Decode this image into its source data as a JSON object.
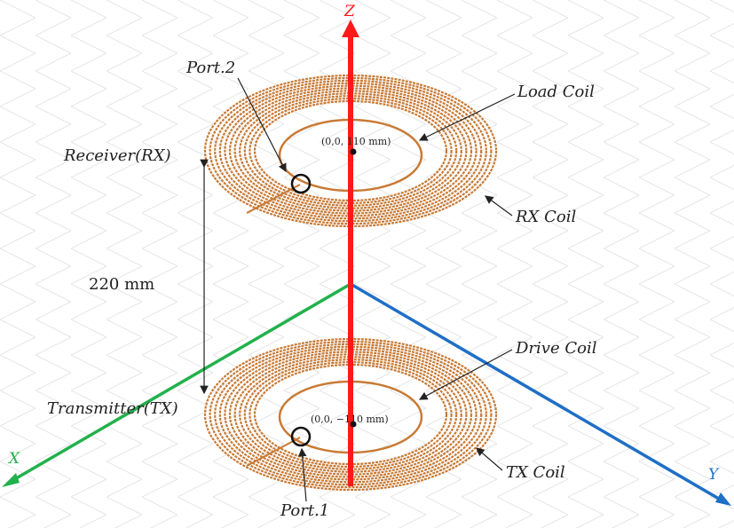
{
  "axes": {
    "z_label": "Z",
    "x_label": "X",
    "y_label": "Y",
    "z_color": "#ff1a1a",
    "x_color": "#22b14c",
    "y_color": "#1f6fc5"
  },
  "coil_color": "#c87a35",
  "labels": {
    "port2": "Port.2",
    "port1": "Port.1",
    "load_coil": "Load Coil",
    "rx_coil": "RX Coil",
    "drive_coil": "Drive Coil",
    "tx_coil": "TX Coil",
    "receiver": "Receiver(RX)",
    "transmitter": "Transmitter(TX)",
    "distance": "220 mm",
    "rx_center": "(0,0, 110 mm)",
    "tx_center": "(0,0, −110 mm)"
  }
}
